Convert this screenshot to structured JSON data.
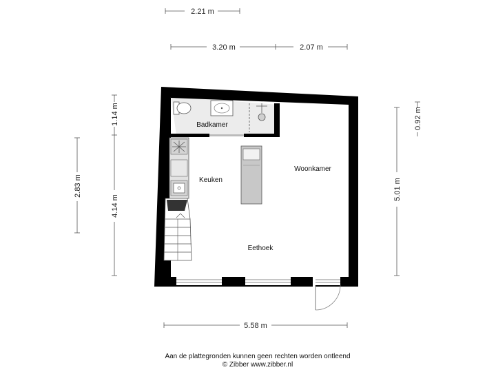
{
  "dimensions": {
    "top_small": "2.21 m",
    "top_left": "3.20 m",
    "top_right": "2.07 m",
    "left_outer": "2.83 m",
    "left_upper": "1.14 m",
    "left_lower": "4.14 m",
    "right_small": "0.92 m",
    "right_main": "5.01 m",
    "bottom": "5.58 m"
  },
  "rooms": {
    "badkamer": "Badkamer",
    "keuken": "Keuken",
    "woonkamer": "Woonkamer",
    "eethoek": "Eethoek"
  },
  "footer": {
    "disclaimer": "Aan de plattegronden kunnen geen rechten worden ontleend",
    "copyright": "© Zibber www.zibber.nl"
  },
  "colors": {
    "wall": "#000000",
    "fixture": "#cfcfcf",
    "bathroom_floor": "#e9e9e9"
  }
}
